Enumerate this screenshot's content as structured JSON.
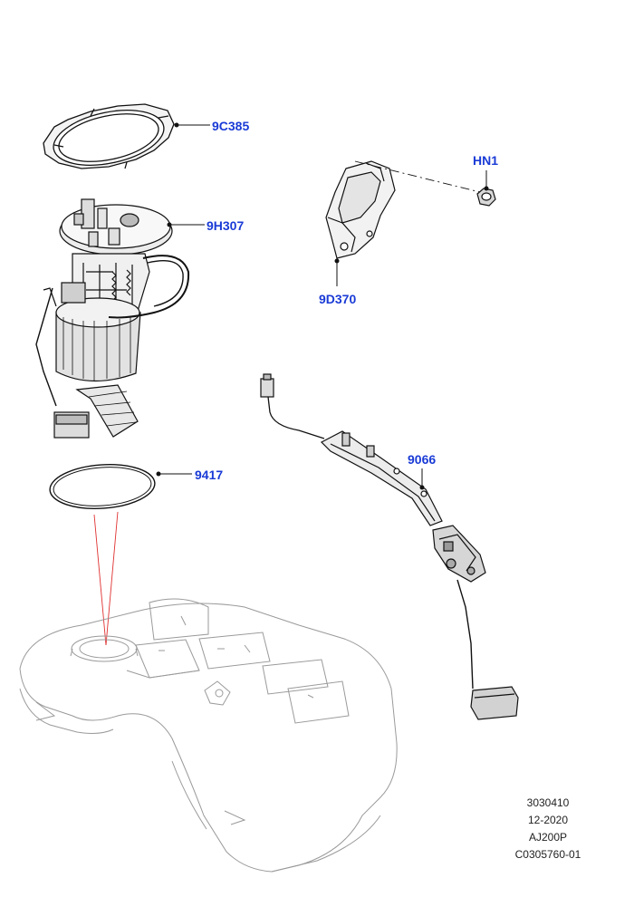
{
  "callouts": {
    "retaining_ring": "9C385",
    "fuel_pump_module": "9H307",
    "seal": "9417",
    "nut": "HN1",
    "bracket": "9D370",
    "fuel_level_sender": "9066"
  },
  "footer": {
    "line1": "3030410",
    "line2": "12-2020",
    "line3": "AJ200P",
    "line4": "C0305760-01"
  },
  "colors": {
    "callout_text": "#1a3bd6",
    "line_art": "#111111",
    "tank_outline": "#9a9a9a",
    "guide_lines": "#e03030"
  }
}
